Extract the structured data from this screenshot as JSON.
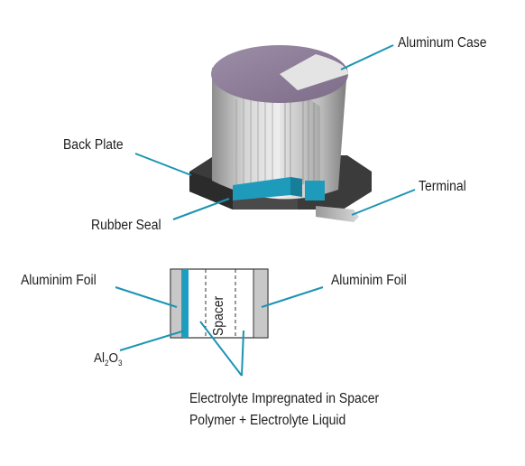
{
  "labels": {
    "aluminum_case": "Aluminum Case",
    "back_plate": "Back Plate",
    "terminal": "Terminal",
    "rubber_seal": "Rubber Seal",
    "aluminim_foil_left": "Aluminim Foil",
    "aluminim_foil_right": "Aluminim Foil",
    "spacer": "Spacer",
    "al2o3_al": "Al",
    "al2o3_sub1": "2",
    "al2o3_o": "O",
    "al2o3_sub2": "3",
    "electrolyte_line1": "Electrolyte Impregnated in Spacer",
    "electrolyte_line2": "Polymer + Electrolyte Liquid"
  },
  "colors": {
    "leader": "#1b94b3",
    "oxide": "#1a9fc2",
    "case_top": "#8f7e98",
    "foil": "#c8c8c8",
    "base": "#3a3a3a"
  }
}
